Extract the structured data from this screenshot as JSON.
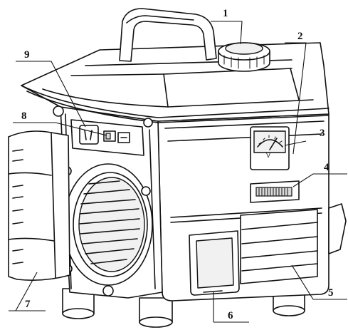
{
  "diagram": {
    "callouts": [
      {
        "id": "1",
        "label": "1"
      },
      {
        "id": "2",
        "label": "2"
      },
      {
        "id": "3",
        "label": "3"
      },
      {
        "id": "4",
        "label": "4"
      },
      {
        "id": "5",
        "label": "5"
      },
      {
        "id": "6",
        "label": "6"
      },
      {
        "id": "7",
        "label": "7"
      },
      {
        "id": "8",
        "label": "8"
      },
      {
        "id": "9",
        "label": "9"
      }
    ],
    "meter_text": {
      "unit": "V"
    }
  }
}
